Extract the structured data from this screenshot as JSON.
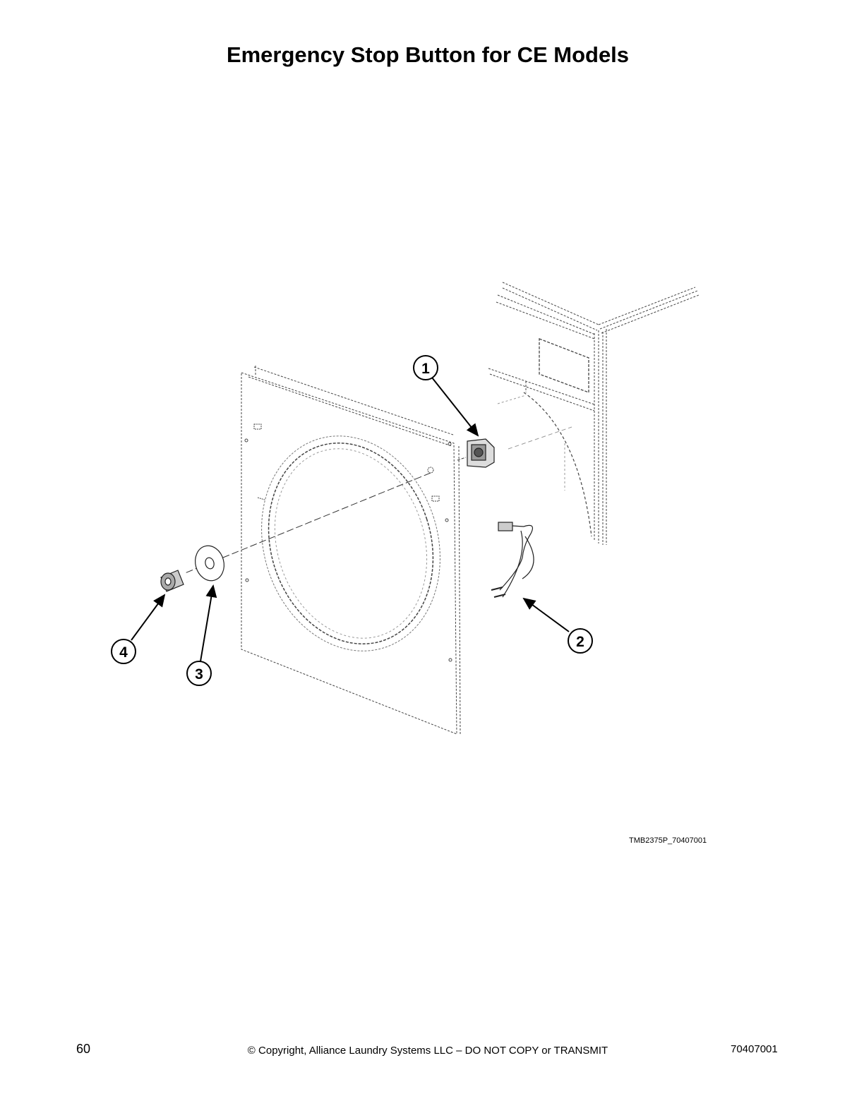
{
  "page": {
    "title": "Emergency Stop Button for CE Models"
  },
  "diagram": {
    "callouts": [
      {
        "number": "1"
      },
      {
        "number": "2"
      },
      {
        "number": "3"
      },
      {
        "number": "4"
      }
    ],
    "reference_code": "TMB2375P_70407001"
  },
  "footer": {
    "page_number": "60",
    "copyright": "© Copyright, Alliance Laundry Systems LLC – DO NOT COPY or TRANSMIT",
    "document_number": "70407001"
  }
}
